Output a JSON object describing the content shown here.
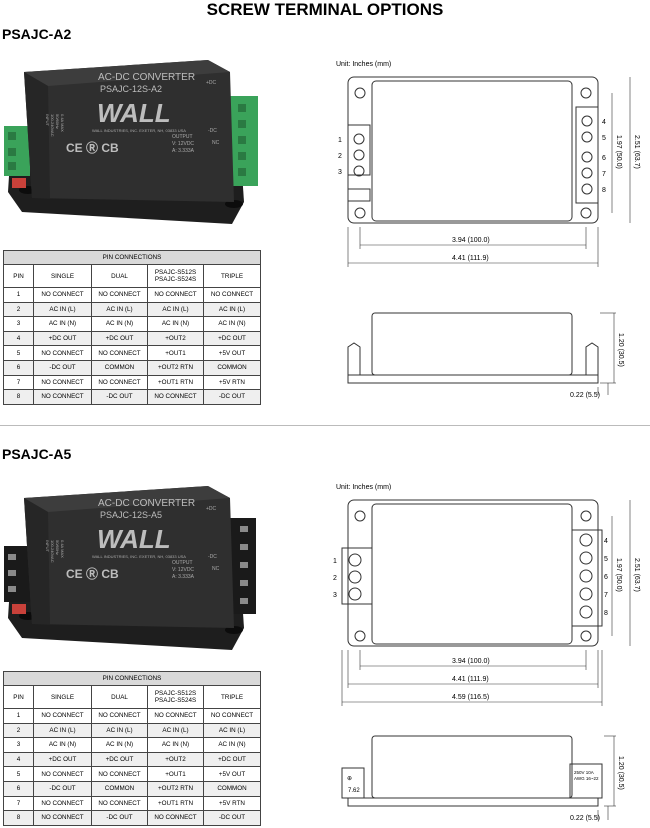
{
  "page_title": "SCREW TERMINAL OPTIONS",
  "colors": {
    "dark_case": "#2b2b2b",
    "terminal_green": "#3aa35a",
    "label_red": "#c8413a",
    "table_header": "#d9d9d9"
  },
  "sections": [
    {
      "title": "PSAJC-A2",
      "product": {
        "lines": [
          "AC-DC CONVERTER",
          "PSAJC-12S-A2"
        ],
        "brand": "WALL",
        "company": "WALL INDUSTRIES, INC. EXETER, NH, 03833 USA",
        "output": [
          "OUTPUT",
          "V: 12VDC",
          "A: 3.333A"
        ],
        "input": [
          "INPUT",
          "100-240VAC",
          "50/60Hz",
          "0.4A MAX"
        ],
        "marks": "CE Ⓡ CB",
        "dc_plus": "+DC",
        "dc_minus": "-DC",
        "nc": "NC"
      },
      "unit": "Unit: Inches (mm)",
      "dims": {
        "width_inner": "3.94 (100.0)",
        "width_outer": "4.41 (111.9)",
        "height_pins": "1.97 (50.0)",
        "height_total": "2.51 (63.7)",
        "depth": "1.20 (30.5)",
        "offset": "0.22 (5.5)"
      },
      "pin_labels_left": [
        "1",
        "2",
        "3"
      ],
      "pin_labels_right": [
        "4",
        "5",
        "6",
        "7",
        "8"
      ]
    },
    {
      "title": "PSAJC-A5",
      "product": {
        "lines": [
          "AC-DC CONVERTER",
          "PSAJC-12S-A5"
        ],
        "brand": "WALL",
        "company": "WALL INDUSTRIES, INC. EXETER, NH, 03833 USA",
        "output": [
          "OUTPUT",
          "V: 12VDC",
          "A: 3.333A"
        ],
        "input": [
          "INPUT",
          "100-240VAC",
          "50/60Hz",
          "0.4A MAX"
        ],
        "marks": "CE Ⓡ CB",
        "dc_plus": "+DC",
        "dc_minus": "-DC",
        "nc": "NC"
      },
      "unit": "Unit: Inches (mm)",
      "dims": {
        "width_inner": "3.94 (100.0)",
        "width_outer": "4.41 (111.9)",
        "width_total": "4.59 (116.5)",
        "height_pins": "1.97 (50.0)",
        "height_total": "2.51 (63.7)",
        "depth": "1.20 (30.5)",
        "offset": "0.22 (5.5)",
        "terminal_pitch": "7.62",
        "terminal_rating": [
          "250V 10A",
          "AWG 16~22"
        ]
      },
      "pin_labels_left": [
        "1",
        "2",
        "3"
      ],
      "pin_labels_right": [
        "4",
        "5",
        "6",
        "7",
        "8"
      ]
    }
  ],
  "table": {
    "title": "PIN CONNECTIONS",
    "columns": [
      "PIN",
      "SINGLE",
      "DUAL",
      [
        "PSAJC-S512S",
        "PSAJC-S524S"
      ],
      "TRIPLE"
    ],
    "rows": [
      [
        "1",
        "NO CONNECT",
        "NO CONNECT",
        "NO CONNECT",
        "NO CONNECT"
      ],
      [
        "2",
        "AC IN (L)",
        "AC IN (L)",
        "AC IN (L)",
        "AC IN (L)"
      ],
      [
        "3",
        "AC IN (N)",
        "AC IN (N)",
        "AC IN (N)",
        "AC IN (N)"
      ],
      [
        "4",
        "+DC OUT",
        "+DC OUT",
        "+OUT2",
        "+DC OUT"
      ],
      [
        "5",
        "NO CONNECT",
        "NO CONNECT",
        "+OUT1",
        "+5V  OUT"
      ],
      [
        "6",
        "-DC OUT",
        "COMMON",
        "+OUT2 RTN",
        "COMMON"
      ],
      [
        "7",
        "NO CONNECT",
        "NO CONNECT",
        "+OUT1 RTN",
        "+5V RTN"
      ],
      [
        "8",
        "NO CONNECT",
        "-DC OUT",
        "NO CONNECT",
        "-DC OUT"
      ]
    ]
  }
}
